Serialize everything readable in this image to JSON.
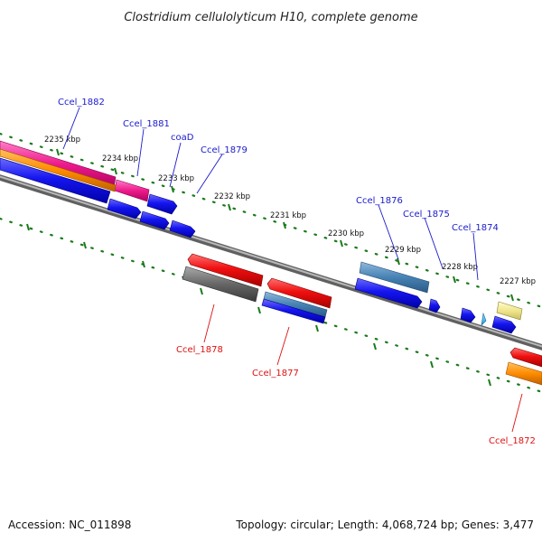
{
  "title": "Clostridium cellulolyticum H10, complete genome",
  "footer": {
    "accession": "Accession: NC_011898",
    "topology": "Topology: circular; Length: 4,068,724 bp; Genes: 3,477"
  },
  "ticks": [
    "2235 kbp",
    "2234 kbp",
    "2233 kbp",
    "2232 kbp",
    "2231 kbp",
    "2230 kbp",
    "2229 kbp",
    "2228 kbp",
    "2227 kbp"
  ],
  "gene_labels_forward": [
    "Ccel_1882",
    "Ccel_1881",
    "coaD",
    "Ccel_1879",
    "Ccel_1876",
    "Ccel_1875",
    "Ccel_1874"
  ],
  "gene_labels_reverse": [
    "Ccel_1878",
    "Ccel_1877",
    "Ccel_1872"
  ],
  "colors": {
    "forward_label": "#1a1acc",
    "reverse_label": "#dd1111",
    "tick_marks": "#1a7a1a",
    "backbone": "#808080",
    "gene_blue": "#1010ee",
    "gene_red": "#ee1010",
    "gene_magenta": "#ee1a8c",
    "gene_orange": "#ff8c00",
    "gene_steelblue": "#4682b4",
    "gene_gray": "#666666",
    "gene_khaki": "#f0e68c",
    "gene_cyan": "#30b8f0"
  }
}
